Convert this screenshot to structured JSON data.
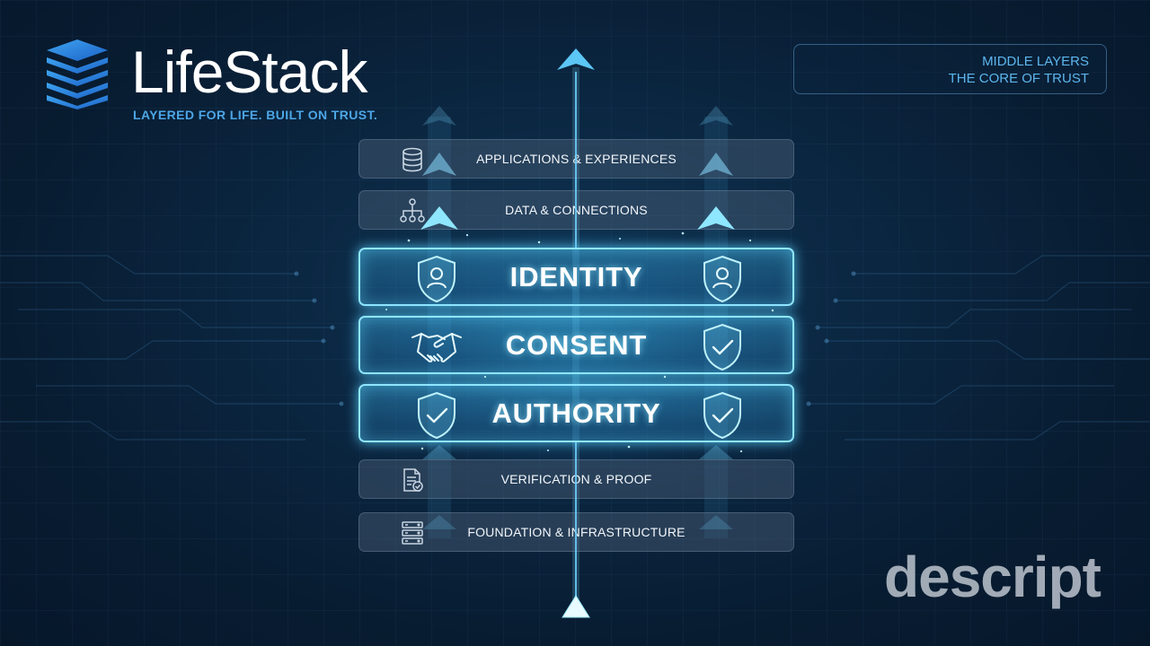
{
  "brand": {
    "name": "LifeStack",
    "tagline": "LAYERED FOR LIFE. BUILT ON TRUST.",
    "logo_icon": "stacked-layers-icon"
  },
  "badge": {
    "line1": "MIDDLE LAYERS",
    "line2": "THE CORE OF TRUST"
  },
  "layers": [
    {
      "label": "APPLICATIONS & EXPERIENCES",
      "icon": "database-icon",
      "highlighted": false
    },
    {
      "label": "DATA & CONNECTIONS",
      "icon": "network-nodes-icon",
      "highlighted": false
    },
    {
      "label": "IDENTITY",
      "icon": "shield-user-icon",
      "highlighted": true
    },
    {
      "label": "CONSENT",
      "icon": "handshake-icon",
      "highlighted": true
    },
    {
      "label": "AUTHORITY",
      "icon": "shield-check-icon",
      "highlighted": true
    },
    {
      "label": "VERIFICATION & PROOF",
      "icon": "document-check-icon",
      "highlighted": false
    },
    {
      "label": "FOUNDATION & INFRASTRUCTURE",
      "icon": "server-rack-icon",
      "highlighted": false
    }
  ],
  "watermark": "descript",
  "colors": {
    "background": "#0b2742",
    "accent": "#5cb6ee",
    "glow": "#8fe6ff"
  }
}
